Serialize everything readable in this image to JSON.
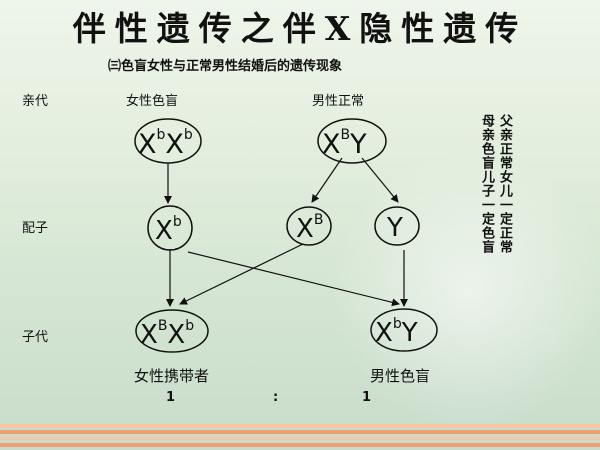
{
  "title": "伴性遗传之伴X隐性遗传",
  "subtitle": "㈢色盲女性与正常男性结婚后的遗传现象",
  "rows": {
    "parents": "亲代",
    "gametes": "配子",
    "offspring": "子代"
  },
  "parents": {
    "mother_label": "女性色盲",
    "father_label": "男性正常"
  },
  "genotypes": {
    "mother": {
      "base": "XX",
      "sup": "bb"
    },
    "father": {
      "base": "XY",
      "sup": "B"
    },
    "gamete_mother": {
      "base": "X",
      "sup": "b"
    },
    "gamete_father_x": {
      "base": "X",
      "sup": "B"
    },
    "gamete_father_y": {
      "base": "Y",
      "sup": ""
    },
    "daughter": {
      "base": "XX",
      "sup": "Bb"
    },
    "son": {
      "base": "XY",
      "sup": "b"
    }
  },
  "offspring": {
    "daughter_label": "女性携带者",
    "son_label": "男性色盲"
  },
  "ratio": {
    "left": "1",
    "sep": ":",
    "right": "1"
  },
  "notes": {
    "col1": "父亲正常女儿一定正常",
    "col2": "母亲色盲儿子一定色盲"
  },
  "colors": {
    "stripe_orange": "#f0a070",
    "stripe_light": "#f7c6a4"
  }
}
